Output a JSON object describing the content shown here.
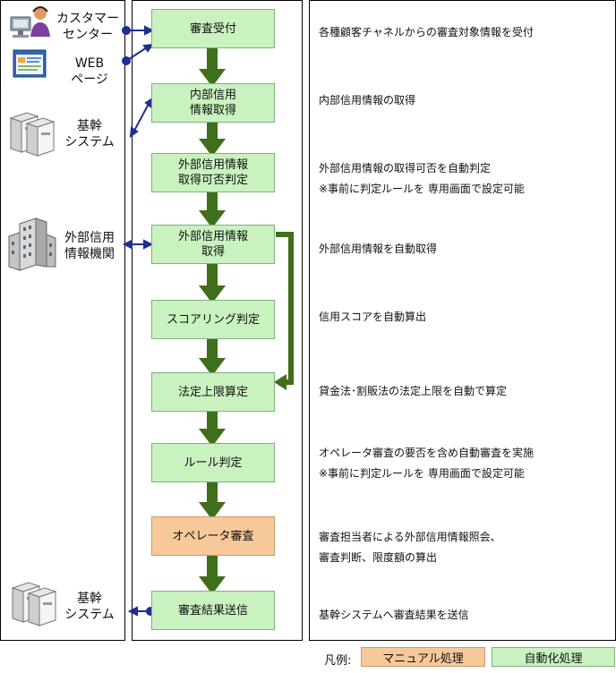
{
  "sources": [
    {
      "id": "customer-center",
      "label": "カスタマー\nセンター",
      "icon": "operator-icon"
    },
    {
      "id": "web-page",
      "label": "WEB\nページ",
      "icon": "web-browser-icon"
    },
    {
      "id": "core-system-top",
      "label": "基幹\nシステム",
      "icon": "server-icon"
    },
    {
      "id": "credit-bureau",
      "label": "外部信用\n情報機関",
      "icon": "building-icon"
    },
    {
      "id": "core-system-bottom",
      "label": "基幹\nシステム",
      "icon": "server-icon"
    }
  ],
  "steps": [
    {
      "id": "receive",
      "label": "審査受付",
      "type": "auto",
      "desc": "各種顧客チャネルからの審査対象情報を受付"
    },
    {
      "id": "internal",
      "label": "内部信用\n情報取得",
      "type": "auto",
      "desc": "内部信用情報の取得"
    },
    {
      "id": "ext-check",
      "label": "外部信用情報\n取得可否判定",
      "type": "auto",
      "desc": "外部信用情報の取得可否を自動判定\n※事前に判定ルールを  専用画面で設定可能"
    },
    {
      "id": "ext-get",
      "label": "外部信用情報\n取得",
      "type": "auto",
      "desc": "外部信用情報を自動取得"
    },
    {
      "id": "scoring",
      "label": "スコアリング判定",
      "type": "auto",
      "desc": "信用スコアを自動算出"
    },
    {
      "id": "legal-limit",
      "label": "法定上限算定",
      "type": "auto",
      "desc": "貸金法･割販法の法定上限を自動で算定"
    },
    {
      "id": "rule",
      "label": "ルール判定",
      "type": "auto",
      "desc": "オペレータ審査の要否を含め自動審査を実施\n※事前に判定ルールを  専用画面で設定可能"
    },
    {
      "id": "operator",
      "label": "オペレータ審査",
      "type": "manual",
      "desc": "審査担当者による外部信用情報照会、\n審査判断、限度額の算出"
    },
    {
      "id": "send",
      "label": "審査結果送信",
      "type": "auto",
      "desc": "基幹システムへ審査結果を送信"
    }
  ],
  "legend": {
    "title": "凡例:",
    "manual": "マニュアル処理",
    "auto": "自動化処理"
  },
  "colors": {
    "auto": "#c9f2c0",
    "manual": "#f7c99a",
    "flow_arrow": "#3f6f1a",
    "connector": "#1f2f8f"
  }
}
